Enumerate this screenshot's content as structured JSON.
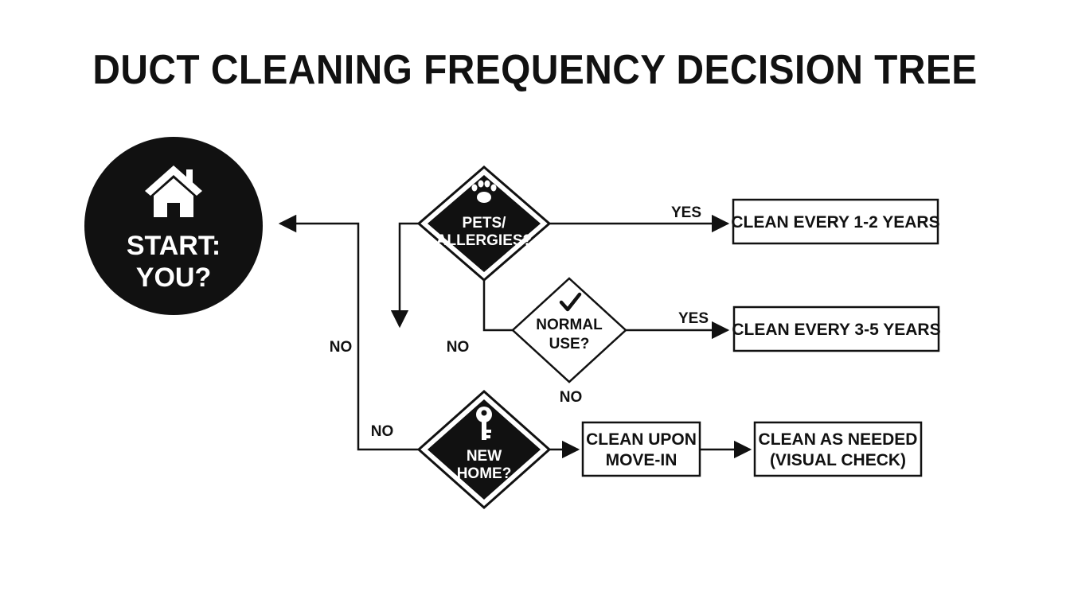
{
  "title": "DUCT CLEANING FREQUENCY DECISION TREE",
  "start": {
    "line1": "START:",
    "line2": "YOU?",
    "icon": "house-icon"
  },
  "pets": {
    "line1": "PETS/",
    "line2": "ALLERGIES?",
    "icon": "paw-icon"
  },
  "normal": {
    "line1": "NORMAL",
    "line2": "USE?",
    "icon": "checkmark-icon"
  },
  "newhome": {
    "line1": "NEW",
    "line2": "HOME?",
    "icon": "key-icon"
  },
  "outcomes": {
    "clean12": "CLEAN EVERY 1-2 YEARS",
    "clean35": "CLEAN EVERY 3-5 YEARS",
    "moveIn1": "CLEAN UPON",
    "moveIn2": "MOVE-IN",
    "asNeeded1": "CLEAN AS NEEDED",
    "asNeeded2": "(VISUAL CHECK)"
  },
  "labels": {
    "yes1": "YES",
    "yes2": "YES",
    "noLeft": "NO",
    "noMid": "NO",
    "noNormal": "NO",
    "noNewHome": "NO"
  },
  "colors": {
    "ink": "#111111",
    "background": "#ffffff"
  }
}
